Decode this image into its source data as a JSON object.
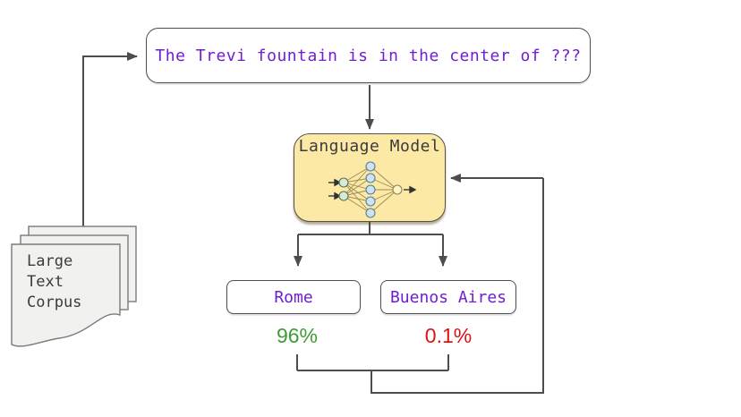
{
  "colors": {
    "purple": "#711ed0",
    "green": "#3f9b35",
    "red": "#df1212",
    "line": "#4d4d4d",
    "model-fill": "#fce9a6",
    "model-border": "#55524a",
    "dark-text": "#3b3b3b",
    "page-fill": "#f1f1ef",
    "page-border": "#7a7a7a",
    "node-input": "#d6ecd2",
    "node-hidden": "#cde2f3",
    "node-output": "#fdf4c5",
    "nn-edge": "#9b8b55"
  },
  "prompt": {
    "text": "The Trevi fountain is in the center of ???"
  },
  "model": {
    "title": "Language Model",
    "icon": "neural-network"
  },
  "corpus": {
    "label": "Large\nText\nCorpus"
  },
  "answers": {
    "rome": {
      "label": "Rome",
      "probability": "96%"
    },
    "buenos_aires": {
      "label": "Buenos Aires",
      "probability": "0.1%"
    }
  }
}
